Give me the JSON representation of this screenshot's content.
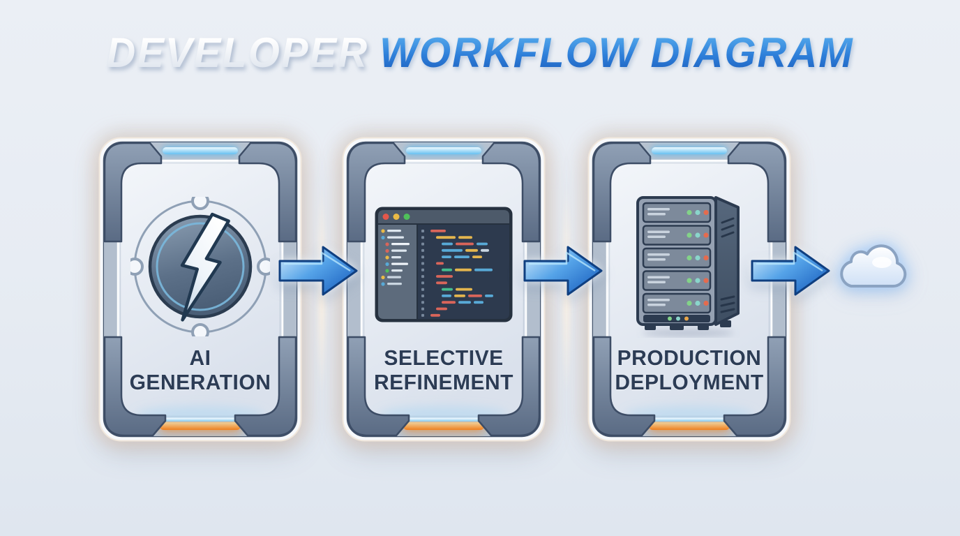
{
  "header": {
    "title_white": "DEVELOPER",
    "title_blue": "WORKFLOW DIAGRAM"
  },
  "workflow": {
    "steps": [
      {
        "name": "ai-generation",
        "icon": "lightning-bolt-icon",
        "lines": [
          "AI",
          "GENERATION"
        ]
      },
      {
        "name": "selective-refinement",
        "icon": "code-editor-icon",
        "lines": [
          "SELECTIVE",
          "REFINEMENT"
        ]
      },
      {
        "name": "production-deployment",
        "icon": "server-rack-icon",
        "lines": [
          "PRODUCTION",
          "DEPLOYMENT"
        ]
      }
    ],
    "connectors": [
      "arrow-right-icon",
      "arrow-right-icon",
      "arrow-right-icon"
    ],
    "terminal_icon": "cloud-icon"
  },
  "colors": {
    "background": "#e9edf3",
    "title_blue_top": "#5cb2f0",
    "title_blue_bottom": "#1a5cbc",
    "card_metal": "#8495aa",
    "card_panel": "#e6ebf3",
    "top_glow_bar": "#6cc3f2",
    "bottom_glow_bar": "#f08428",
    "label_text": "#2c3c55",
    "arrow_blue": "#2e7fd9",
    "editor_traffic_lights": [
      "#e2574b",
      "#eaba45",
      "#4fc05a"
    ],
    "server_led_colors": [
      "#83d388",
      "#8ad5cb",
      "#e56b4e"
    ]
  }
}
